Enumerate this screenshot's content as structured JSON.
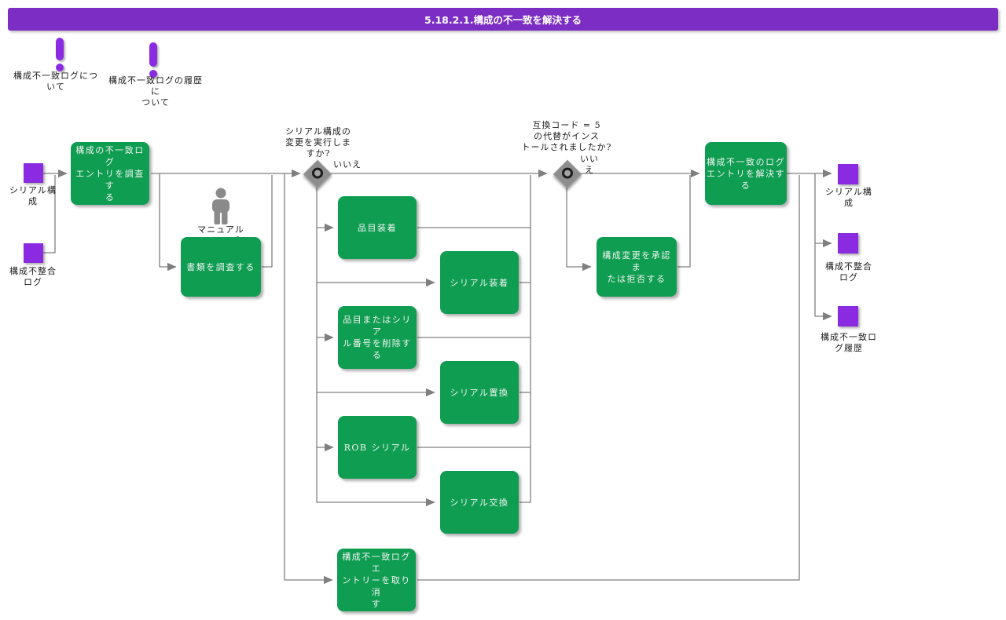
{
  "title": "5.18.2.1.構成の不一致を解決する",
  "colors": {
    "header": "#7c2ec4",
    "datastore": "#8a2be2",
    "task": "#0f9d52",
    "line": "#7f7f7f"
  },
  "notes": {
    "log": "構成不一致ログにつ\nいて",
    "history": "構成不一致ログの履歴に\nついて"
  },
  "datastores": {
    "serial_config_in": "シリアル構\n成",
    "mismatch_log_in": "構成不整合\nログ",
    "serial_config_out": "シリアル構\n成",
    "mismatch_log_out": "構成不整合\nログ",
    "mismatch_log_history_out": "構成不一致ロ\nグ履歴"
  },
  "tasks": {
    "investigate_log": "構成の不一致ログ\nエントリを調査す\nる",
    "investigate_docs": "書類を調査する",
    "item_install": "品目装着",
    "serial_install": "シリアル装着",
    "delete_item_serial": "品目またはシリア\nル番号を削除する",
    "serial_replace": "シリアル置換",
    "rob_serial": "ROB シリアル",
    "serial_exchange": "シリアル交換",
    "cancel_entry": "構成不一致ログ エ\nントリーを取り消\nす",
    "approve_reject": "構成変更を承認ま\nたは拒否する",
    "resolve_log": "構成不一致のログ\nエントリを解決す\nる"
  },
  "decisions": {
    "execute_serial_change": {
      "question": "シリアル構成の\n変更を実行しま\nすか?",
      "branch": "いいえ"
    },
    "compat_code": {
      "question": "互換コード = 5\nの代替がインス\nトールされましたか?",
      "branch": "いい\nえ"
    }
  },
  "manual_step_label": "マニュアル\nステップ"
}
